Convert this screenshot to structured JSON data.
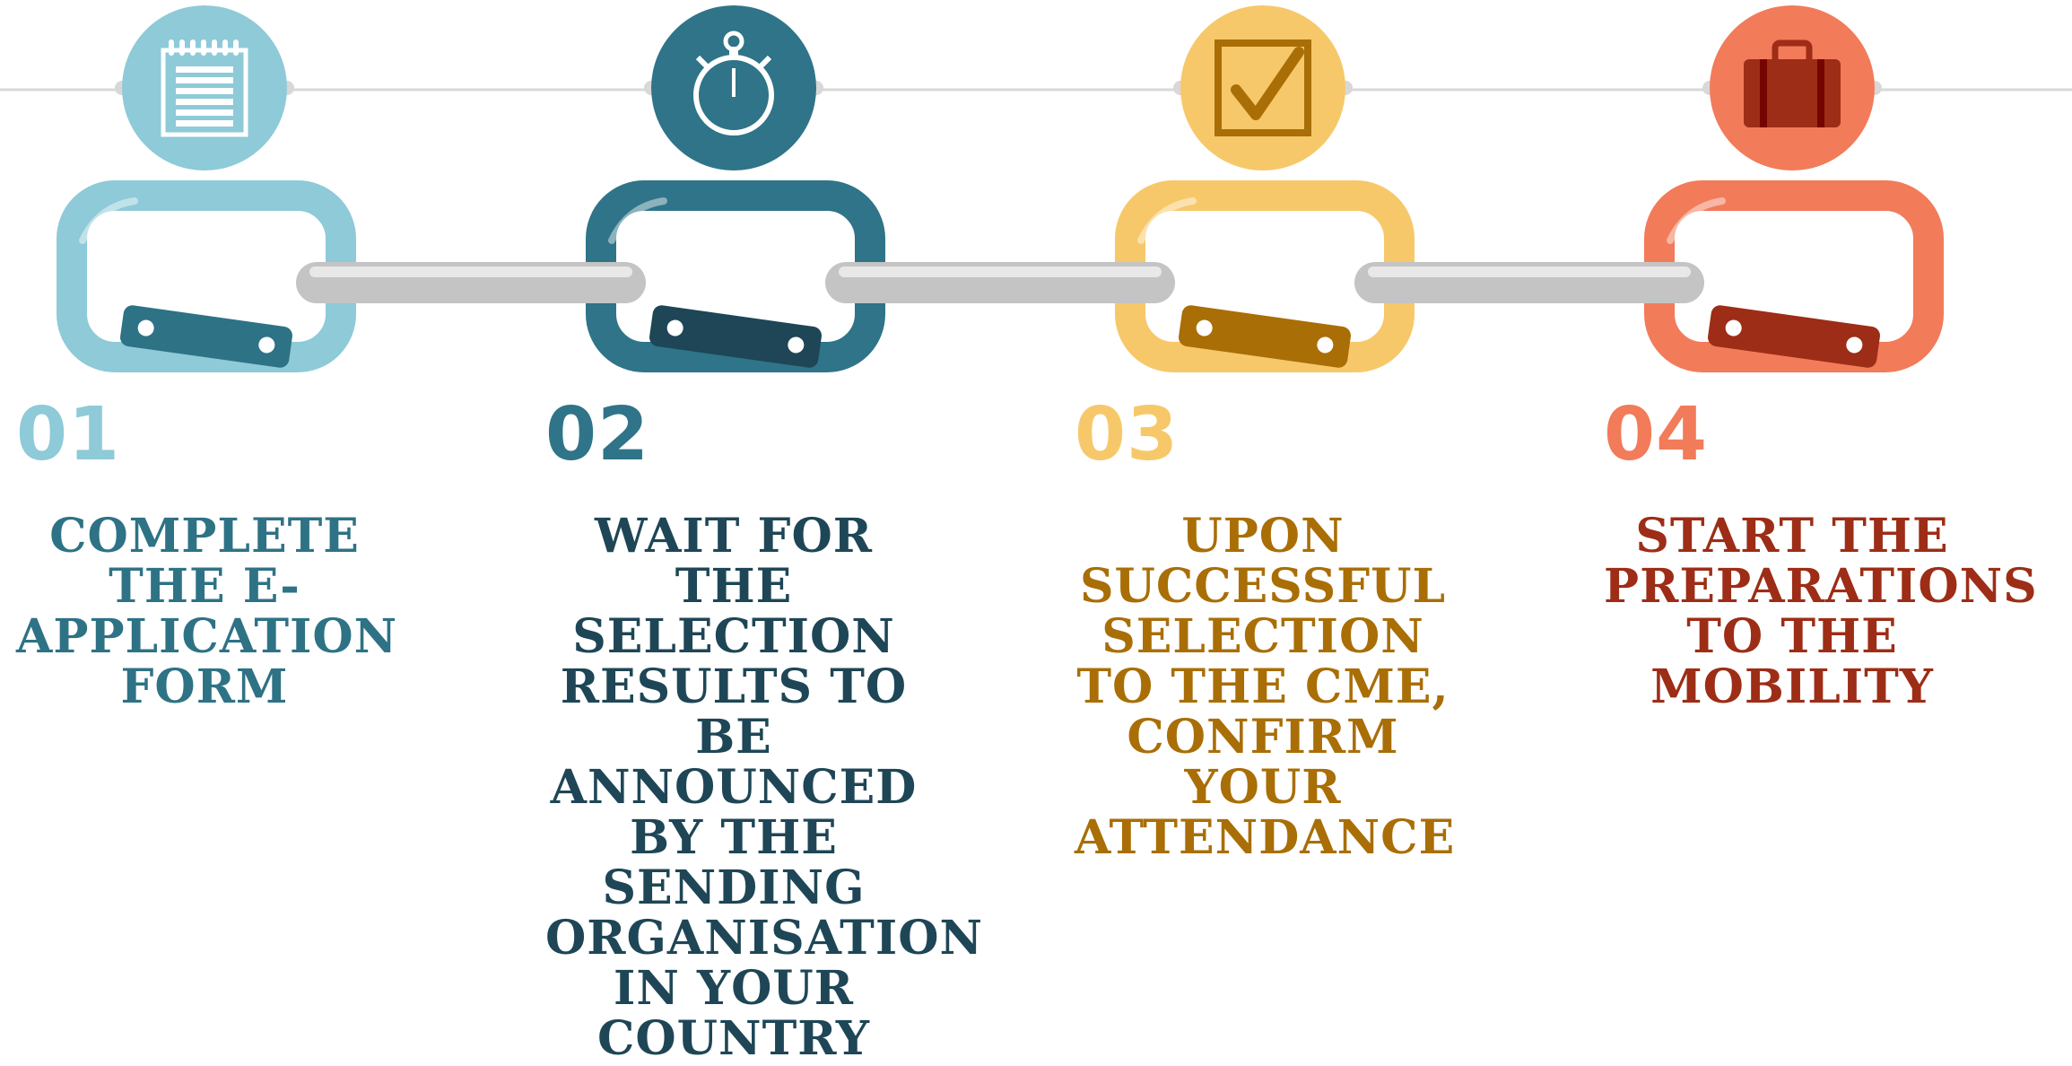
{
  "colors": {
    "line": "#d8d8d8",
    "connector": "#c4c4c4",
    "connector_highlight": "#e8e8e8"
  },
  "steps": [
    {
      "number": "01",
      "icon": "calendar-icon",
      "text": "Complete the e-application form",
      "color": "#8ecad8",
      "dark": "#2e7285",
      "text_color": "#2e7285"
    },
    {
      "number": "02",
      "icon": "stopwatch-icon",
      "text": "Wait for the selection results to be announced by the sending organisation in your country",
      "color": "#2f7489",
      "dark": "#1e4656",
      "text_color": "#1e4656"
    },
    {
      "number": "03",
      "icon": "checkbox-icon",
      "text": "Upon successful selection to the CME, confirm your attendance",
      "color": "#f7c86a",
      "dark": "#a96e06",
      "text_color": "#a96e06"
    },
    {
      "number": "04",
      "icon": "briefcase-icon",
      "text": "Start the preparations to the mobility",
      "color": "#f27b5a",
      "dark": "#9d2d16",
      "text_color": "#9d2d16"
    }
  ]
}
